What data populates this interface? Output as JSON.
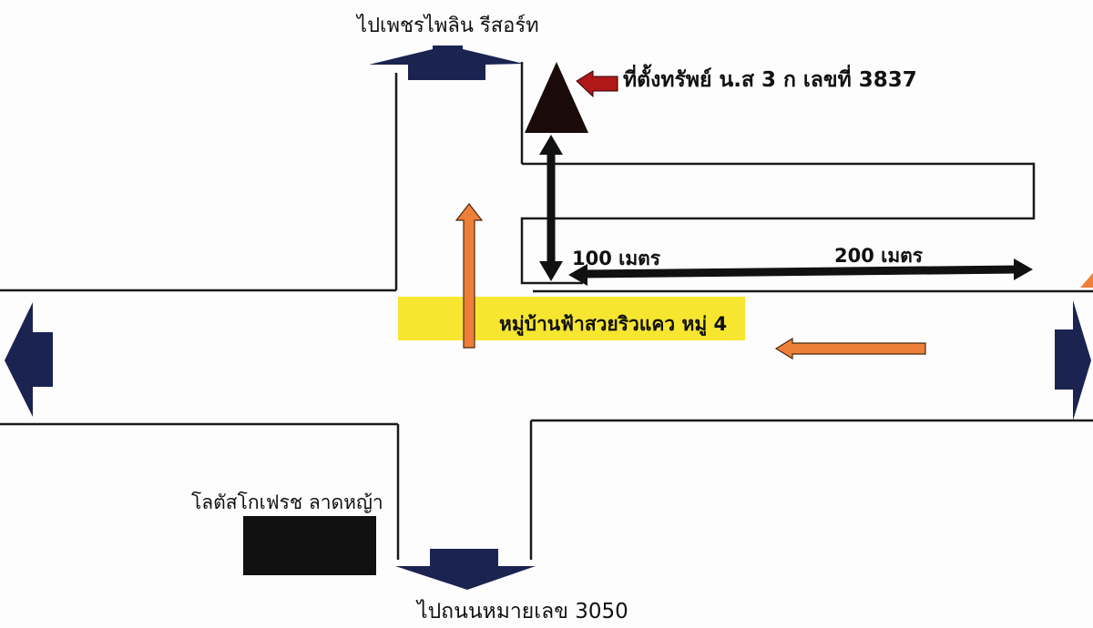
{
  "map": {
    "labels": {
      "north_destination": "ไปเพชรไพลิน รีสอร์ท",
      "property_location": "ที่ตั้งทรัพย์ น.ส 3 ก เลขที่ 3837",
      "distance_vertical": "100 เมตร",
      "distance_horizontal": "200 เมตร",
      "village": "หมู่บ้านฟ้าสวยริวแคว หมู่ 4",
      "landmark": "โลตัสโกเฟรช ลาดหญ้า",
      "south_destination": "ไปถนนหมายเลข 3050"
    },
    "icons": [
      "direction-arrow-north-icon",
      "direction-arrow-west-icon",
      "direction-arrow-east-icon",
      "direction-arrow-south-icon",
      "property-marker-icon",
      "pointer-arrow-icon",
      "traffic-arrow-icon",
      "distance-arrow-icon",
      "landmark-block-icon"
    ],
    "colors": {
      "road_outline": "#1a1a1a",
      "direction_arrow": "#1b2450",
      "property_marker": "#1a0a0a",
      "pointer_arrow": "#b01818",
      "traffic_arrow": "#ee7f3a",
      "village_highlight": "#f7e62f",
      "distance_arrow": "#111111",
      "landmark": "#111111"
    }
  }
}
